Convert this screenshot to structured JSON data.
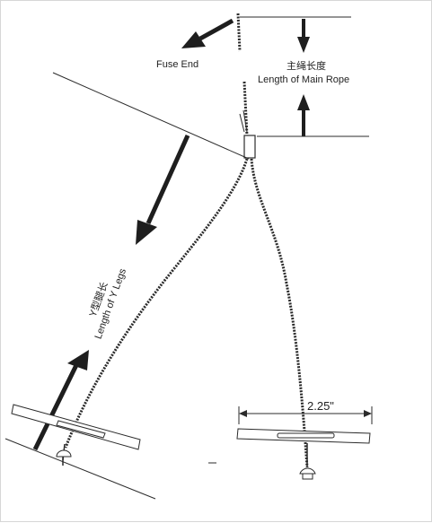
{
  "labels": {
    "fuse_end": "Fuse End",
    "main_rope_cn": "主绳长度",
    "main_rope_en": "Length of Main Rope",
    "y_legs_cn": "Y型腿长",
    "y_legs_en": "Length of Y Legs",
    "width_dim": "2.25\""
  },
  "colors": {
    "line": "#2b2b2b",
    "arrow": "#1e1e1e",
    "background": "#ffffff"
  }
}
